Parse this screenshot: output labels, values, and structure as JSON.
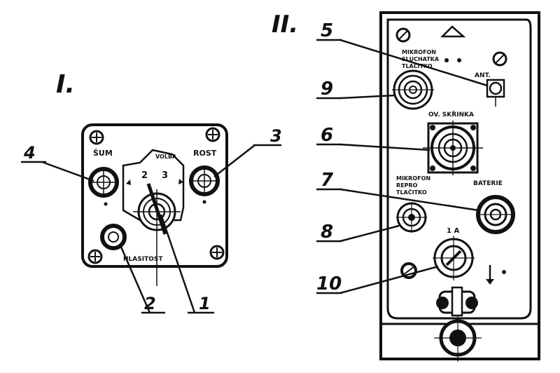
{
  "figures": {
    "fig1": {
      "numeral": "I.",
      "labels": {
        "sum": "ŠUM",
        "volba": "VOLBA",
        "rost": "ROST",
        "pos2": "2",
        "pos3": "3",
        "hlasitost": "HLASITOST"
      },
      "callouts": [
        "1",
        "2",
        "3",
        "4"
      ]
    },
    "fig2": {
      "numeral": "II.",
      "labels": {
        "mic_line1": "MIKROFON",
        "mic_line2": "SLUCHATKA",
        "mic_line3": "TLAČITKO",
        "ant": "ANT.",
        "ov_skrinka": "OV. SKŘINKA",
        "mic_repro_line1": "MIKROFON",
        "mic_repro_line2": "REPRO",
        "mic_repro_line3": "TLAČITKO",
        "baterie": "BATERIE",
        "fuse": "1 A"
      },
      "callouts": [
        "5",
        "6",
        "7",
        "8",
        "9",
        "10"
      ]
    }
  }
}
